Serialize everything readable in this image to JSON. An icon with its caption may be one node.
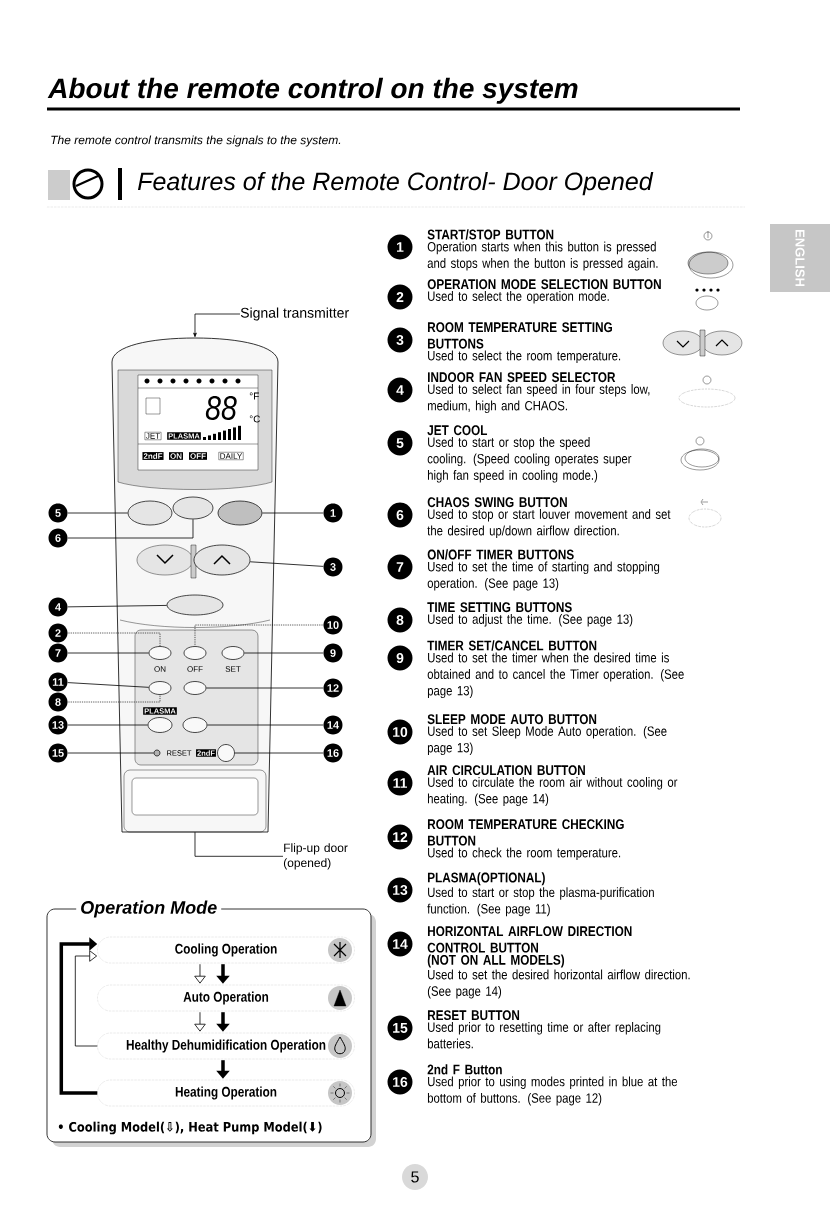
{
  "diagram": {
    "title": "About the remote control on the system",
    "nodes": [
      {
        "text": [
          "Signal transmitter"
        ]
      },
      {
        "text": [
          "Flip-up door (opened)"
        ]
      },
      {
        "text": [
          "5"
        ]
      },
      {
        "text": [
          "1"
        ]
      },
      {
        "text": [
          "6"
        ]
      },
      {
        "text": [
          "3"
        ]
      },
      {
        "text": [
          "4"
        ]
      },
      {
        "text": [
          "10"
        ]
      },
      {
        "text": [
          "2"
        ]
      },
      {
        "text": [
          "7"
        ]
      },
      {
        "text": [
          "9"
        ]
      },
      {
        "text": [
          "11"
        ]
      },
      {
        "text": [
          "12"
        ]
      },
      {
        "text": [
          "8"
        ]
      },
      {
        "text": [
          "13"
        ]
      },
      {
        "text": [
          "14"
        ]
      },
      {
        "text": [
          "15"
        ]
      },
      {
        "text": [
          "16"
        ]
      },
      {
        "text": [],
        "shape": "ellipse",
        "in": 53
      },
      {
        "text": [],
        "shape": "ellipse",
        "in": 53
      },
      {
        "text": [],
        "shape": "ellipse",
        "in": 53
      },
      {
        "text": [],
        "shape": "ellipse",
        "in": 53
      },
      {
        "text": [],
        "shape": "ellipse",
        "in": 53
      },
      {
        "text": [],
        "shape": "ellipse",
        "in": 53
      },
      {
        "text": [],
        "shape": "ellipse",
        "in": 53
      },
      {
        "text": [],
        "shape": "ellipse",
        "in": 53
      },
      {
        "text": [],
        "shape": "ellipse",
        "in": 53
      },
      {
        "text": [],
        "shape": "ellipse",
        "in": 53
      },
      {
        "text": [],
        "shape": "ellipse",
        "in": 53
      },
      {
        "text": [],
        "shape": "ellipse",
        "in": 53
      },
      {
        "text": [],
        "shape": "circle",
        "in": 53
      },
      {
        "text": [],
        "shape": "circle",
        "in": 53
      },
      {
        "text": [
          "1"
        ],
        "beside": [
          "START/STOP BUTTON",
          "Operation starts when this button is pressed and stops when the button is pressed again."
        ]
      },
      {
        "text": [
          "2"
        ],
        "beside": [
          "OPERATION MODE SELECTION BUTTON",
          "Used to select the operation mode."
        ]
      },
      {
        "text": [
          "3"
        ],
        "beside": [
          "ROOM TEMPERATURE SETTING BUTTONS",
          "Used to select the room temperature."
        ]
      },
      {
        "text": [
          "4"
        ],
        "beside": [
          "INDOOR FAN SPEED SELECTOR",
          "Used to select fan speed in four steps low, medium, high and CHAOS."
        ]
      },
      {
        "text": [
          "5"
        ],
        "beside": [
          "JET COOL",
          "Used to start or stop the speed cooling. (Speed cooling operates super high fan speed in cooling mode.)"
        ]
      },
      {
        "text": [
          "6"
        ],
        "beside": [
          "CHAOS SWING BUTTON",
          "Used to stop or start louver movement and set the desired up/down airflow direction."
        ]
      },
      {
        "text": [
          "7"
        ],
        "beside": [
          "ON/OFF TIMER BUTTONS",
          "Used to set the time of starting and stopping operation. (See page 13)"
        ]
      },
      {
        "text": [
          "8"
        ],
        "beside": [
          "TIME SETTING BUTTONS",
          "Used to adjust the time. (See page 13)"
        ]
      },
      {
        "text": [
          "9"
        ],
        "beside": [
          "TIMER SET/CANCEL BUTTON",
          "Used to set the timer when the desired time is obtained and to cancel the Timer operation. (See page 13)"
        ]
      },
      {
        "text": [
          "10"
        ],
        "beside": [
          "SLEEP MODE AUTO BUTTON",
          "Used to set Sleep Mode Auto operation. (See page 13)"
        ]
      },
      {
        "text": [
          "11"
        ],
        "beside": [
          "AIR CIRCULATION BUTTON",
          "Used to circulate the room air without cooling or heating. (See page 14)"
        ]
      },
      {
        "text": [
          "12"
        ],
        "beside": [
          "ROOM TEMPERATURE CHECKING BUTTON",
          "Used to check the room temperature."
        ]
      },
      {
        "text": [
          "13"
        ],
        "beside": [
          "PLASMA(OPTIONAL)",
          "Used to start or stop the plasma-purification function. (See page 11)"
        ]
      },
      {
        "text": [
          "14"
        ],
        "beside": [
          "HORIZONTAL AIRFLOW DIRECTION CONTROL BUTTON",
          "(NOT ON ALL MODELS)",
          "Used to set the desired horizontal airflow direction. (See page 14)"
        ]
      },
      {
        "text": [
          "15"
        ],
        "beside": [
          "RESET BUTTON",
          "Used prior to resetting time or after replacing batteries."
        ]
      },
      {
        "text": [
          "16"
        ],
        "beside": [
          "2nd F Button",
          "Used prior to using modes printed in blue at the bottom of buttons. (See page 12)"
        ]
      },
      {
        "text": [
          "Operation Mode",
          "• Cooling Model(⇩), Heat Pump Model(⬇)"
        ]
      },
      {
        "text": [
          "Cooling Operation"
        ],
        "in": 48
      },
      {
        "text": [
          "Auto Operation"
        ],
        "in": 48
      },
      {
        "text": [
          "Healthy Dehumidification Operation"
        ],
        "in": 48
      },
      {
        "text": [
          "Heating Operation"
        ],
        "in": 48
      },
      {
        "text": [],
        "shape": "picture"
      }
    ],
    "edges": [
      {
        "from": 0,
        "to": 53,
        "arrow": "to"
      },
      {
        "from": 1,
        "to": 53,
        "arrow": "none"
      },
      {
        "from": 2,
        "to": 18,
        "arrow": "none"
      },
      {
        "from": 3,
        "to": 20,
        "arrow": "none"
      },
      {
        "from": 4,
        "to": 19,
        "arrow": "none"
      },
      {
        "from": 5,
        "to": 21,
        "arrow": "none"
      },
      {
        "from": 6,
        "to": 22,
        "arrow": "none"
      },
      {
        "from": 7,
        "to": 24,
        "arrow": "none",
        "style": "dashed"
      },
      {
        "from": 8,
        "to": 23,
        "arrow": "none",
        "style": "dashed"
      },
      {
        "from": 9,
        "to": 23,
        "arrow": "none"
      },
      {
        "from": 10,
        "to": 25,
        "arrow": "none"
      },
      {
        "from": 11,
        "to": 26,
        "arrow": "none"
      },
      {
        "from": 12,
        "to": 27,
        "arrow": "none"
      },
      {
        "from": 13,
        "to": 26,
        "arrow": "none",
        "style": "dashed"
      },
      {
        "from": 14,
        "to": 28,
        "arrow": "none"
      },
      {
        "from": 15,
        "to": 29,
        "arrow": "none"
      },
      {
        "from": 16,
        "to": 30,
        "arrow": "none"
      },
      {
        "from": 17,
        "to": 31,
        "arrow": "none"
      },
      {
        "from": 49,
        "to": 50,
        "arrow": "to"
      },
      {
        "from": 49,
        "to": 50,
        "arrow": "to",
        "style": "thick"
      },
      {
        "from": 50,
        "to": 51,
        "arrow": "to"
      },
      {
        "from": 50,
        "to": 51,
        "arrow": "to",
        "style": "thick"
      },
      {
        "from": 51,
        "to": 52,
        "arrow": "to",
        "style": "thick"
      },
      {
        "from": 52,
        "to": 49,
        "arrow": "to",
        "style": "thick"
      },
      {
        "from": 51,
        "to": 49,
        "arrow": "to"
      }
    ],
    "labels": [
      "The remote control transmits the signals to the system.",
      "Features of the Remote Control- Door Opened",
      "ENGLISH",
      "88",
      "°F",
      "°C",
      "JET",
      "PLASMA",
      "2ndF",
      "ON",
      "OFF",
      "DAILY",
      "ON",
      "OFF",
      "SET",
      "PLASMA",
      "RESET",
      "2ndF",
      "5"
    ]
  }
}
